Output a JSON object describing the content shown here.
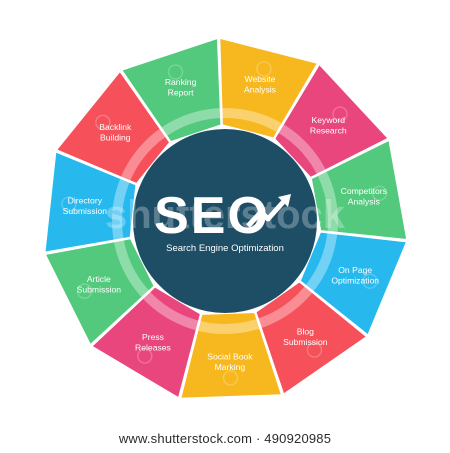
{
  "center": {
    "logo_text": "SEO",
    "subtitle": "Search Engine Optimization",
    "color": "#1d4e66"
  },
  "segments": [
    {
      "lines": [
        "Website",
        "Analysis"
      ],
      "color": "#f7b81f",
      "icon": "magnifier-icon"
    },
    {
      "lines": [
        "Keyword",
        "Research"
      ],
      "color": "#e8467c",
      "icon": "document-icon"
    },
    {
      "lines": [
        "Competitors",
        "Analysis"
      ],
      "color": "#52c97c",
      "icon": "chart-icon"
    },
    {
      "lines": [
        "On Page",
        "Optimization"
      ],
      "color": "#27b9ee",
      "icon": "gear-icon"
    },
    {
      "lines": [
        "Blog",
        "Submission"
      ],
      "color": "#f6515a",
      "icon": "pen-icon"
    },
    {
      "lines": [
        "Social Book",
        "Marking"
      ],
      "color": "#f7b81f",
      "icon": "bookmark-icon"
    },
    {
      "lines": [
        "Press",
        "Releases"
      ],
      "color": "#e8467c",
      "icon": "megaphone-icon"
    },
    {
      "lines": [
        "Article",
        "Submission"
      ],
      "color": "#52c97c",
      "icon": "article-icon"
    },
    {
      "lines": [
        "Directory",
        "Submission"
      ],
      "color": "#27b9ee",
      "icon": "folder-icon"
    },
    {
      "lines": [
        "Backlink",
        "Building"
      ],
      "color": "#f6515a",
      "icon": "link-icon"
    },
    {
      "lines": [
        "Ranking",
        "Report"
      ],
      "color": "#52c97c",
      "icon": "report-icon"
    }
  ],
  "watermark": "shutterstock",
  "footer": "www.shutterstock.com · 490920985"
}
